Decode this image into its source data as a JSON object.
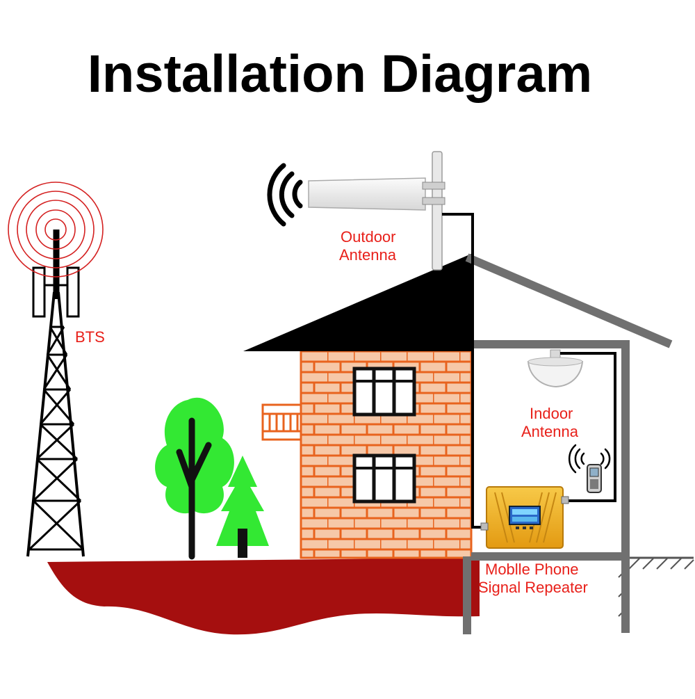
{
  "title": "Installation Diagram",
  "labels": {
    "bts": "BTS",
    "outdoor_antenna": [
      "Outdoor",
      "Antenna"
    ],
    "indoor_antenna": [
      "Indoor",
      "Antenna"
    ],
    "repeater": [
      "Moblle Phone",
      "Signal Repeater"
    ]
  },
  "colors": {
    "label": "#e8201a",
    "ground": "#a50f0f",
    "brick_fill": "#f6c8a8",
    "brick_line": "#e8631e",
    "roof": "#000000",
    "frame": "#707070",
    "tree": "#33e833",
    "repeater": "#f0b020",
    "signal_rings": "#d42020"
  }
}
